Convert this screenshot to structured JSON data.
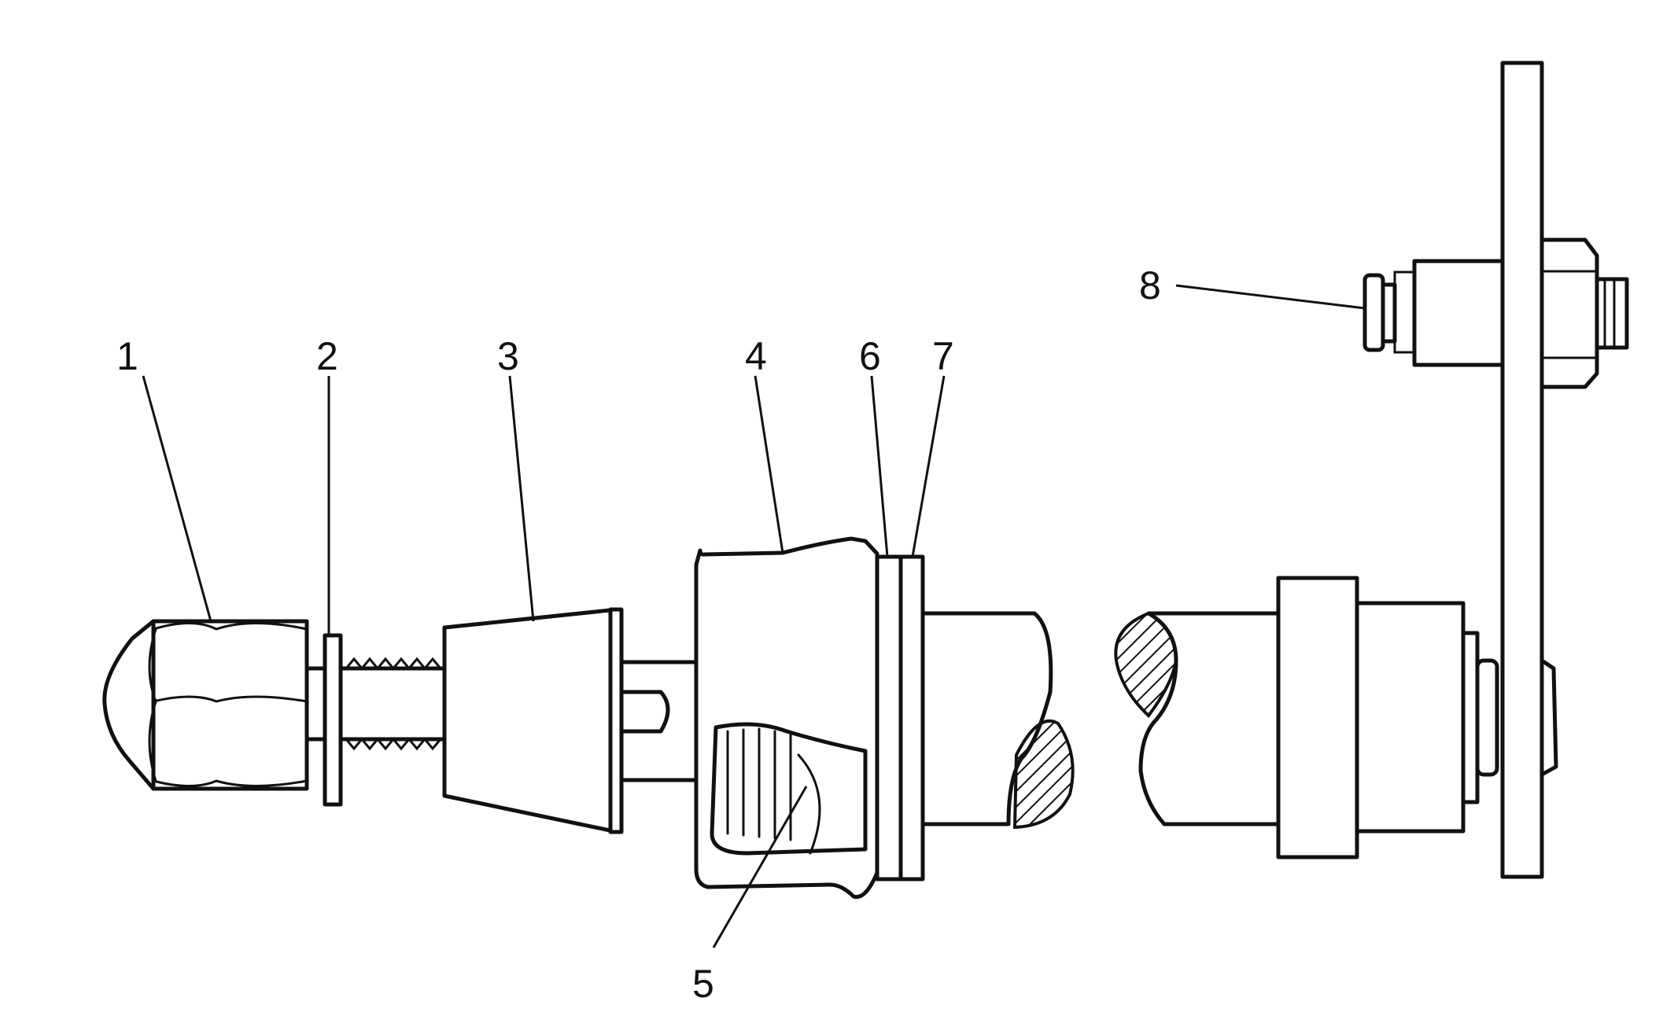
{
  "labels": {
    "l1": "1",
    "l2": "2",
    "l3": "3",
    "l4": "4",
    "l5": "5",
    "l6": "6",
    "l7": "7",
    "l8": "8"
  },
  "colors": {
    "ink": "#111111",
    "paper": "#ffffff"
  }
}
